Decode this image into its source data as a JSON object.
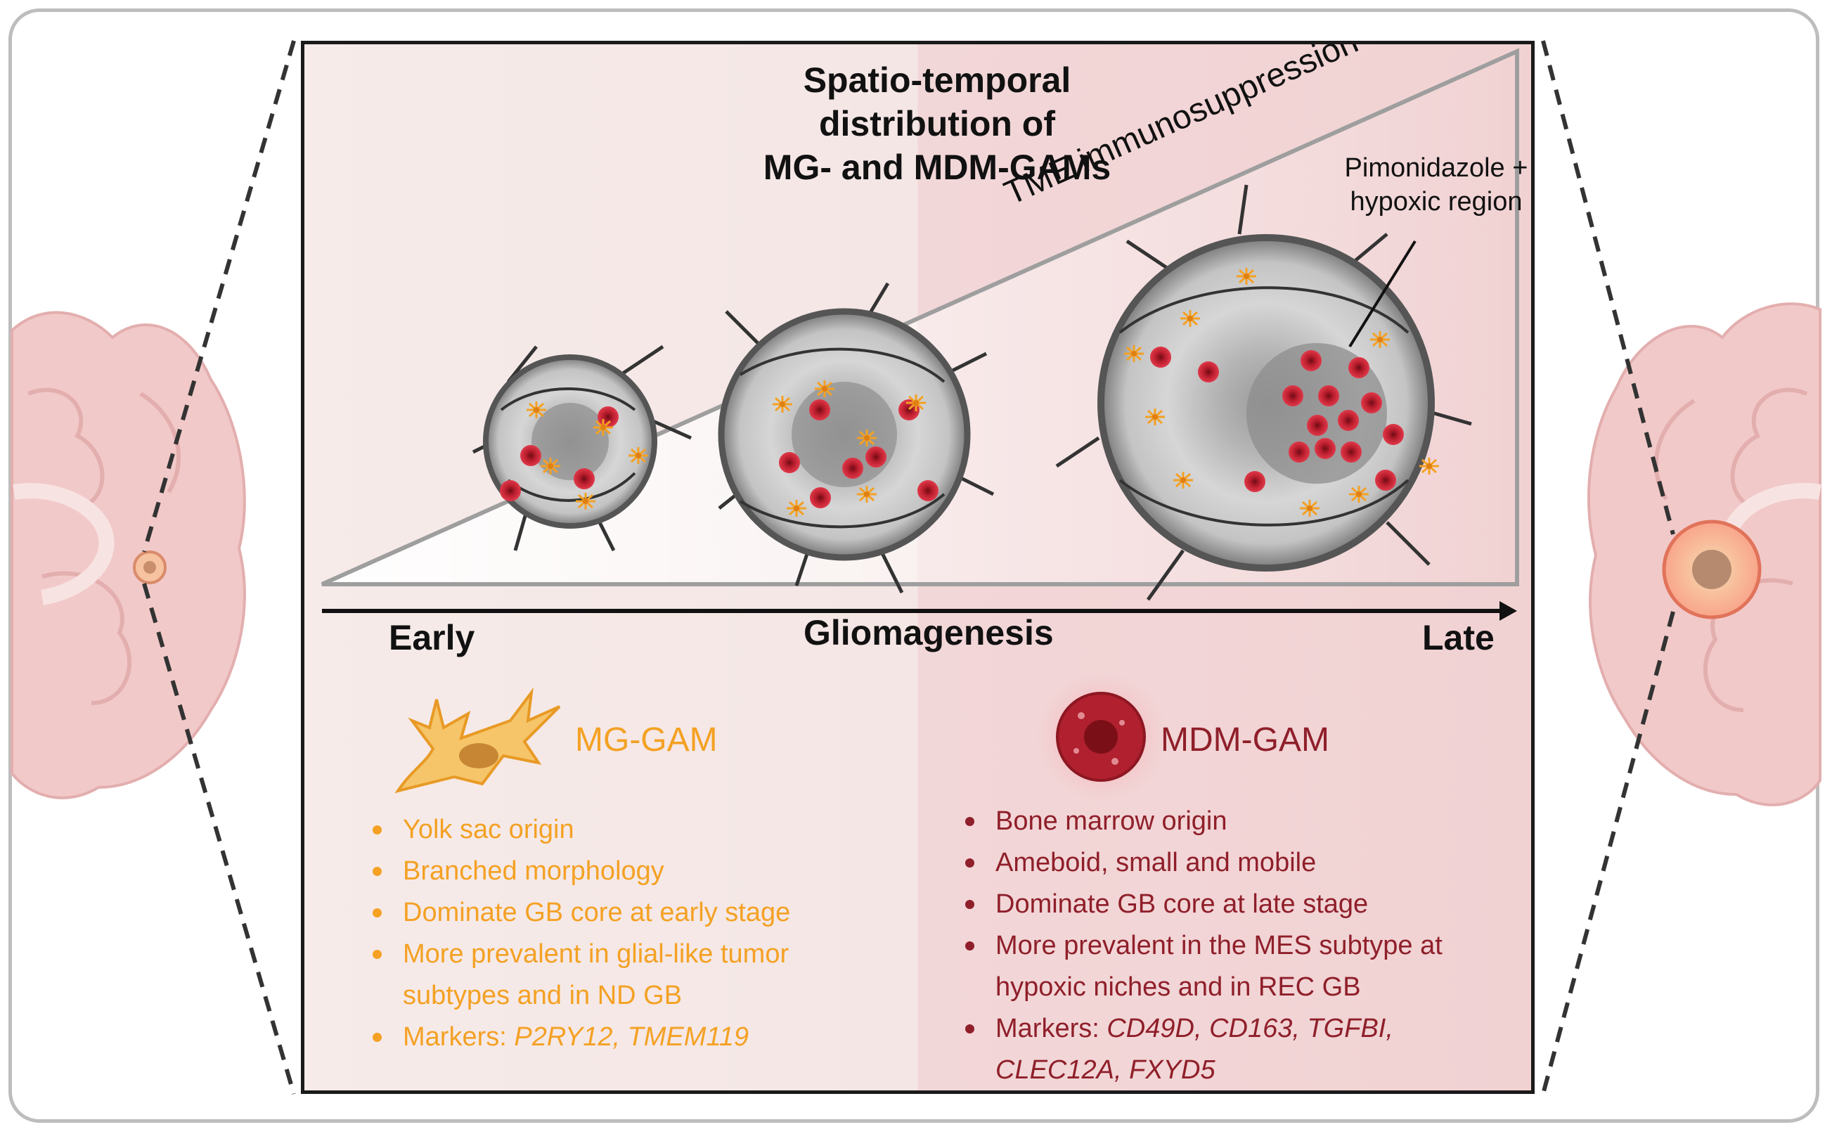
{
  "title": {
    "line1": "Spatio-temporal distribution of",
    "line2": "MG- and MDM-GAMs"
  },
  "triangle_label": "TME immunosuppression",
  "callout": {
    "line1": "Pimonidazole +",
    "line2": "hypoxic region"
  },
  "axis": {
    "start": "Early",
    "label": "Gliomagenesis",
    "end": "Late"
  },
  "mg_gam": {
    "heading": "MG-GAM",
    "color": "#f4a124",
    "items": [
      {
        "text": "Yolk sac origin"
      },
      {
        "text": "Branched morphology"
      },
      {
        "text": "Dominate GB core at early stage"
      },
      {
        "text": "More prevalent in glial-like tumor",
        "text2": "subtypes and in ND GB"
      },
      {
        "text": "Markers: ",
        "italic": "P2RY12, TMEM119"
      }
    ]
  },
  "mdm_gam": {
    "heading": "MDM-GAM",
    "color": "#8f1f2a",
    "items": [
      {
        "text": "Bone marrow origin"
      },
      {
        "text": "Ameboid, small and mobile"
      },
      {
        "text": "Dominate GB core at late stage"
      },
      {
        "text": "More prevalent in the MES subtype at",
        "text2": "hypoxic niches and in REC GB"
      },
      {
        "text": "Markers: ",
        "italic": "CD49D, CD163, TGFBI,",
        "italic2": "CLEC12A, FXYD5"
      }
    ]
  },
  "colors": {
    "brain": "#f2c9c9",
    "tumor_gray": "#c8c8c8",
    "mdm_cell": "#d12a3a",
    "mg_cell": "#f4a124"
  }
}
